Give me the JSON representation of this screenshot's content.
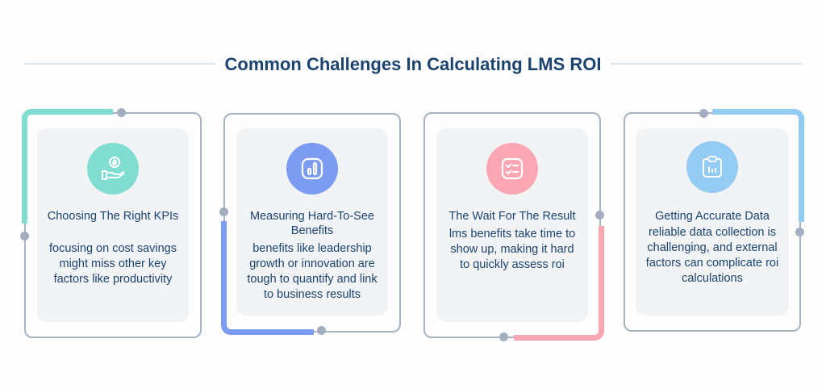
{
  "header": {
    "title": "Common Challenges In Calculating LMS ROI"
  },
  "colors": {
    "title": "#1b4370",
    "frame": "#a6b3c3",
    "card_bg": "#f2f3f5",
    "teal": "#7fddd2",
    "blue": "#7b9cf0",
    "pink": "#fba6b3",
    "light_blue": "#93cbf3"
  },
  "challenges": [
    {
      "icon": "money-hand-icon",
      "title": "Choosing The Right KPIs",
      "description": "focusing on cost savings might miss other key factors like productivity"
    },
    {
      "icon": "bar-chart-icon",
      "title": "Measuring Hard-To-See Benefits",
      "description": "benefits like leadership growth or innovation are tough to quantify and link to business results"
    },
    {
      "icon": "checklist-icon",
      "title": "The Wait For The Result",
      "description": "lms benefits take time to show up, making it hard to quickly assess roi"
    },
    {
      "icon": "clipboard-chart-icon",
      "title": "Getting Accurate Data",
      "description": "reliable data collection is challenging, and external factors can complicate roi calculations"
    }
  ]
}
